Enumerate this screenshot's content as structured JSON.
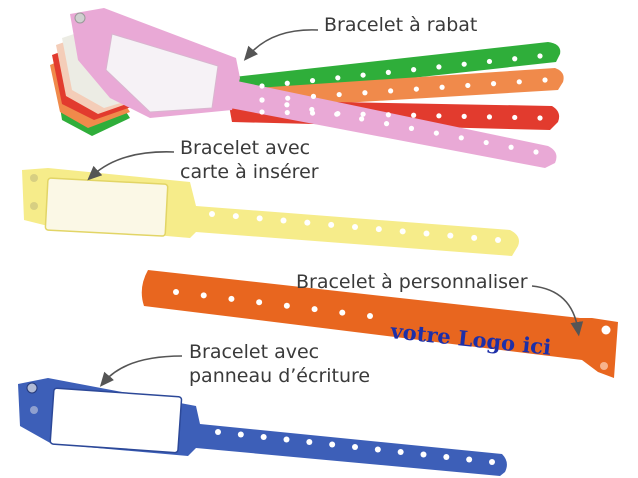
{
  "labels": {
    "rabat": "Bracelet à rabat",
    "carte_line1": "Bracelet avec",
    "carte_line2": "carte à insérer",
    "perso": "Bracelet à personnaliser",
    "panneau_line1": "Bracelet avec",
    "panneau_line2": "panneau d’écriture"
  },
  "logo_text": "votre Logo ici",
  "colors": {
    "background": "#ffffff",
    "text": "#3a3a3a",
    "pink": "#e9a9d6",
    "green": "#2fae3a",
    "orange": "#f08a4b",
    "red": "#e23b2e",
    "yellow": "#f6ec8a",
    "deep_orange": "#e8661f",
    "blue": "#3d5fb8",
    "logo_text": "#1d2fa8"
  }
}
